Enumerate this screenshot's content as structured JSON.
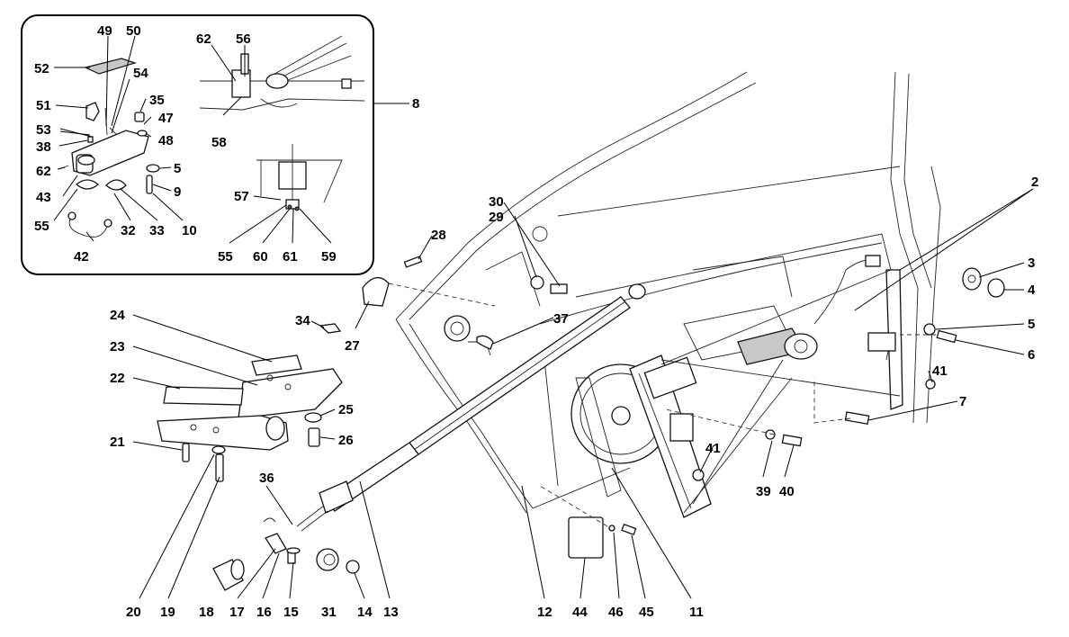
{
  "inset": {
    "reference": "8"
  },
  "callouts": [
    "2",
    "3",
    "4",
    "5",
    "6",
    "7",
    "8",
    "9",
    "10",
    "11",
    "12",
    "13",
    "14",
    "15",
    "16",
    "17",
    "18",
    "19",
    "20",
    "21",
    "22",
    "23",
    "24",
    "25",
    "26",
    "27",
    "28",
    "29",
    "30",
    "31",
    "32",
    "33",
    "34",
    "35",
    "36",
    "37",
    "38",
    "39",
    "40",
    "41",
    "42",
    "43",
    "44",
    "45",
    "46",
    "47",
    "48",
    "49",
    "50",
    "51",
    "52",
    "53",
    "54",
    "55",
    "56",
    "57",
    "58",
    "59",
    "60",
    "61",
    "62"
  ],
  "labels": {
    "l2": "2",
    "l3": "3",
    "l4": "4",
    "l5": "5",
    "l5b": "5",
    "l6": "6",
    "l7": "7",
    "l8": "8",
    "l9": "9",
    "l10": "10",
    "l11": "11",
    "l12": "12",
    "l13": "13",
    "l14": "14",
    "l15": "15",
    "l16": "16",
    "l17": "17",
    "l18": "18",
    "l19": "19",
    "l20": "20",
    "l21": "21",
    "l22": "22",
    "l23": "23",
    "l24": "24",
    "l25": "25",
    "l26": "26",
    "l27": "27",
    "l28": "28",
    "l29": "29",
    "l30": "30",
    "l31": "31",
    "l32": "32",
    "l33": "33",
    "l34": "34",
    "l35": "35",
    "l36": "36",
    "l37": "37",
    "l38": "38",
    "l39": "39",
    "l40": "40",
    "l41": "41",
    "l41b": "41",
    "l42": "42",
    "l43": "43",
    "l44": "44",
    "l45": "45",
    "l46": "46",
    "l47": "47",
    "l48": "48",
    "l49": "49",
    "l50": "50",
    "l51": "51",
    "l52": "52",
    "l53": "53",
    "l54": "54",
    "l55": "55",
    "l55b": "55",
    "l56": "56",
    "l57": "57",
    "l58": "58",
    "l59": "59",
    "l60": "60",
    "l61": "61",
    "l62": "62",
    "l62b": "62"
  }
}
